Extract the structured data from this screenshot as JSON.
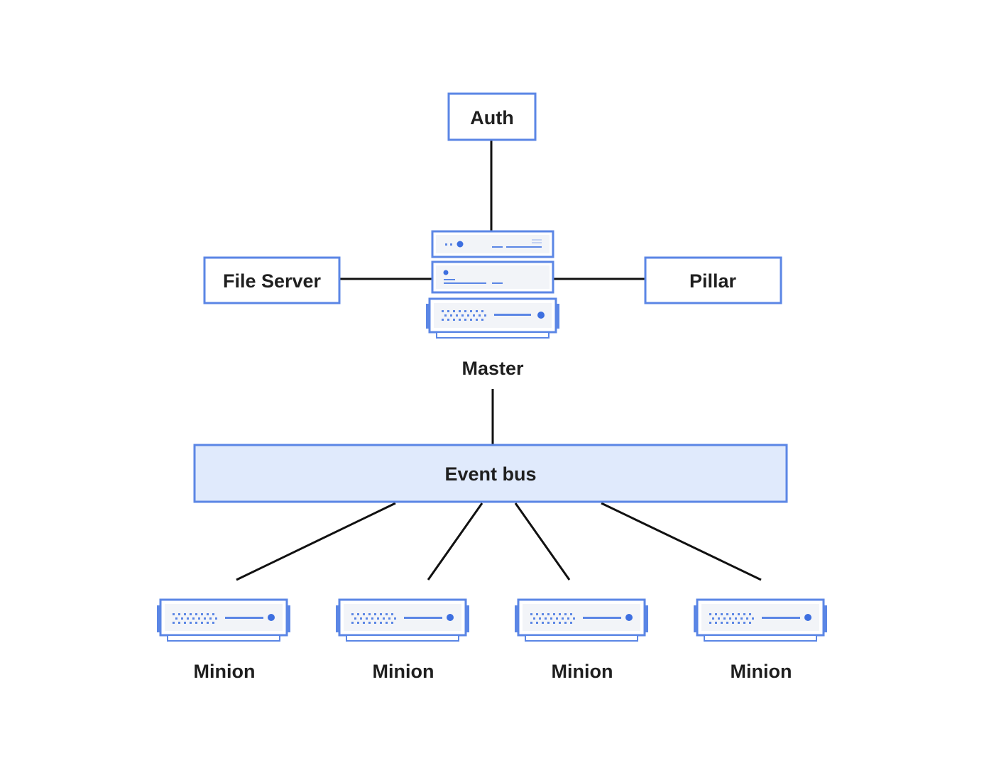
{
  "nodes": {
    "auth": "Auth",
    "file_server": "File Server",
    "pillar": "Pillar",
    "master": "Master",
    "event_bus": "Event bus",
    "minions": [
      "Minion",
      "Minion",
      "Minion",
      "Minion"
    ]
  },
  "colors": {
    "accent": "#5b86e5",
    "accent_dot": "#3d6fe0",
    "bus_fill": "#e0eafc",
    "server_inner": "#f2f4f8",
    "line": "#111111",
    "text": "#1f1f1f"
  }
}
